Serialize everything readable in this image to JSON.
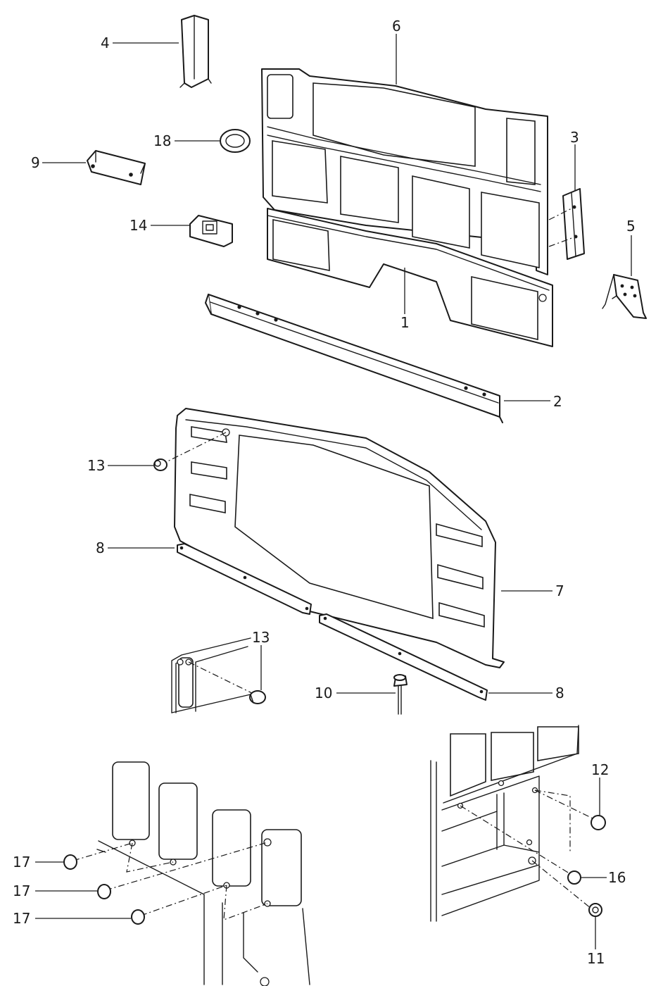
{
  "diagram": {
    "colors": {
      "line": "#1a1a1a",
      "background": "#ffffff"
    },
    "callouts": {
      "c1": "1",
      "c2": "2",
      "c3": "3",
      "c4": "4",
      "c5": "5",
      "c6": "6",
      "c7": "7",
      "c8a": "8",
      "c8b": "8",
      "c9": "9",
      "c10": "10",
      "c11": "11",
      "c12": "12",
      "c13a": "13",
      "c13b": "13",
      "c14": "14",
      "c16": "16",
      "c17a": "17",
      "c17b": "17",
      "c17c": "17",
      "c18": "18"
    }
  }
}
